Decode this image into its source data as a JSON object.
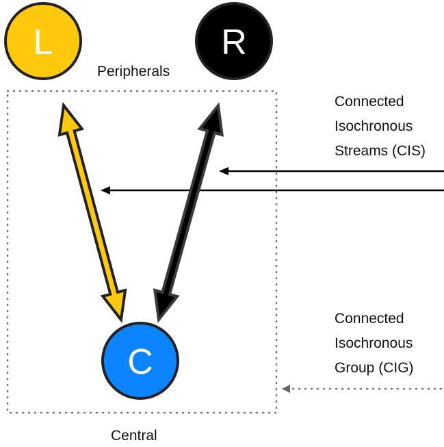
{
  "nodes": {
    "left": {
      "letter": "L",
      "role": "peripheral",
      "fill": "#FFC90E"
    },
    "right": {
      "letter": "R",
      "role": "peripheral",
      "fill": "#000000"
    },
    "center": {
      "letter": "C",
      "role": "central",
      "fill": "#0A84FF"
    }
  },
  "labels": {
    "peripherals": "Peripherals",
    "central": "Central",
    "cis": [
      "Connected",
      "Isochronous",
      "Streams (CIS)"
    ],
    "cig": [
      "Connected",
      "Isochronous",
      "Group (CIG)"
    ]
  },
  "colors": {
    "yellow": "#FFC90E",
    "black": "#000000",
    "blue": "#0A84FF",
    "outline": "#222222",
    "dotted": "#777777"
  },
  "connections": [
    {
      "from": "center",
      "to": "left",
      "style": "double-arrow",
      "color": "yellow"
    },
    {
      "from": "center",
      "to": "right",
      "style": "double-arrow",
      "color": "black"
    }
  ],
  "annotations": [
    {
      "label": "cis",
      "points_to": "right-stream"
    },
    {
      "label": "cis",
      "points_to": "left-stream"
    },
    {
      "label": "cig",
      "points_to": "group-boundary"
    }
  ]
}
